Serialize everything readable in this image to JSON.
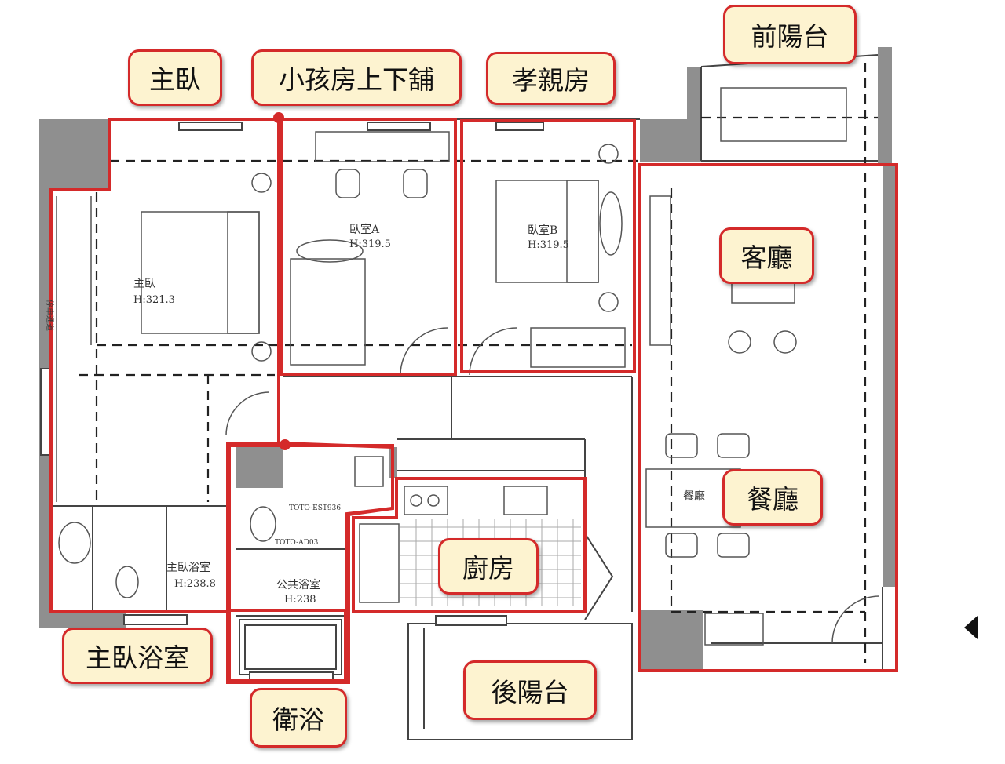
{
  "labels": {
    "master_bedroom": "主臥",
    "kids_room": "小孩房上下舖",
    "parents_room": "孝親房",
    "front_balcony": "前陽台",
    "living_room": "客廳",
    "dining_room": "餐廳",
    "kitchen": "廚房",
    "master_bath": "主臥浴室",
    "bathroom": "衛浴",
    "rear_balcony": "後陽台"
  },
  "plan_text": {
    "master_name": "主臥",
    "master_height": "H:321.3",
    "room_a_name": "臥室A",
    "room_a_height": "H:319.5",
    "room_b_name": "臥室B",
    "room_b_height": "H:319.5",
    "master_bath_name": "主臥浴室",
    "master_bath_height": "H:238.8",
    "public_bath_name": "公共浴室",
    "public_bath_height": "H:238",
    "dining_name": "餐廳",
    "toilet_model_1": "TOTO-EST936",
    "toilet_model_2": "TOTO-AD03",
    "vertical_note": "停車通道"
  },
  "colors": {
    "zone_outline": "#d42a2a",
    "label_fill": "#fdf3d0",
    "wall_fill": "#8f8f8f",
    "line": "#444444"
  }
}
